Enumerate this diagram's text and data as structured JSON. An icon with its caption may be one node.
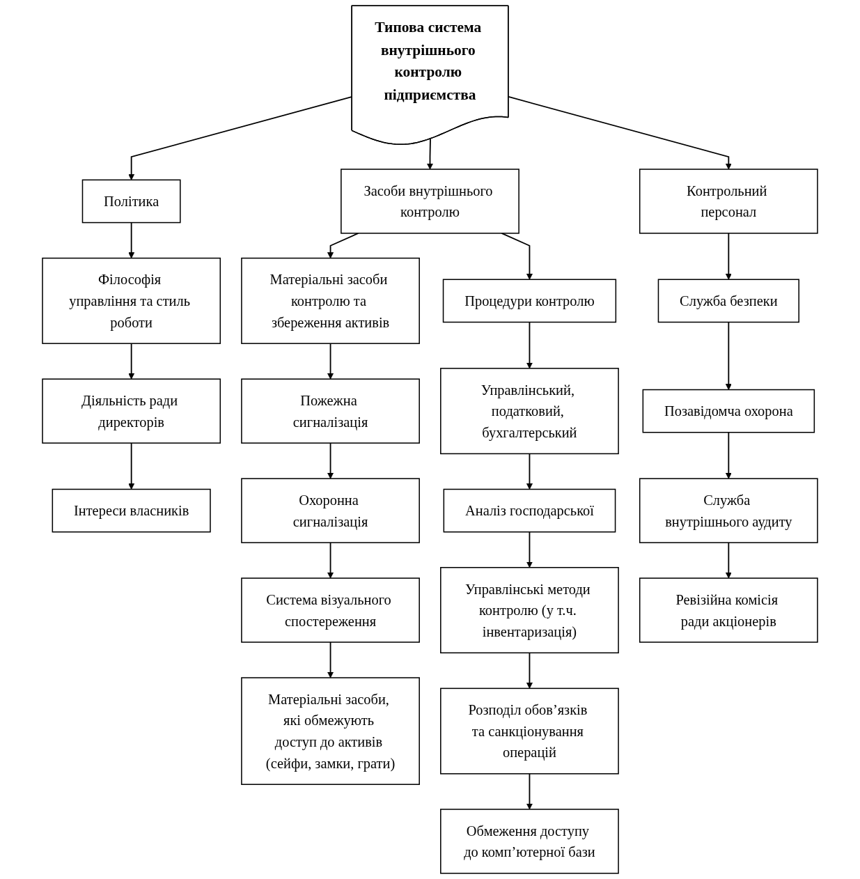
{
  "diagram": {
    "nodes": [
      {
        "text": [
          "Типова система внутрішнього контролю підприємства"
        ]
      },
      {
        "text": [
          "Політика"
        ]
      },
      {
        "text": [
          "Засоби внутрішнього контролю"
        ]
      },
      {
        "text": [
          "Контрольний персонал"
        ]
      },
      {
        "text": [
          "Філософія управління та стиль роботи"
        ]
      },
      {
        "text": [
          "Діяльність ради директорів"
        ]
      },
      {
        "text": [
          "Інтереси власників"
        ]
      },
      {
        "text": [
          "Матеріальні засоби контролю та збереження активів"
        ]
      },
      {
        "text": [
          "Процедури контролю"
        ]
      },
      {
        "text": [
          "Пожежна сигналізація"
        ]
      },
      {
        "text": [
          "Охоронна сигналізація"
        ]
      },
      {
        "text": [
          "Система візуального спостереження"
        ]
      },
      {
        "text": [
          "Матеріальні засоби, які обмежують доступ до активів (сейфи, замки, грати)"
        ]
      },
      {
        "text": [
          "Управлінський, податковий, бухгалтерський"
        ]
      },
      {
        "text": [
          "Аналіз господарської"
        ]
      },
      {
        "text": [
          "Управлінські методи контролю (у т.ч. інвентаризація)"
        ]
      },
      {
        "text": [
          "Розподіл обов’язків та санкціонування операцій"
        ]
      },
      {
        "text": [
          "Обмеження доступу до комп’ютерної бази"
        ]
      },
      {
        "text": [
          "Служба безпеки"
        ]
      },
      {
        "text": [
          "Позавідомча охорона"
        ]
      },
      {
        "text": [
          "Служба внутрішнього аудиту"
        ]
      },
      {
        "text": [
          "Ревізійна комісія ради акціонерів"
        ]
      }
    ],
    "edges": [
      {
        "from": 0,
        "to": 1,
        "arrow": "to"
      },
      {
        "from": 0,
        "to": 2,
        "arrow": "to"
      },
      {
        "from": 0,
        "to": 3,
        "arrow": "to"
      },
      {
        "from": 1,
        "to": 4,
        "arrow": "to"
      },
      {
        "from": 4,
        "to": 5,
        "arrow": "to"
      },
      {
        "from": 5,
        "to": 6,
        "arrow": "to"
      },
      {
        "from": 2,
        "to": 7,
        "arrow": "to"
      },
      {
        "from": 2,
        "to": 8,
        "arrow": "to"
      },
      {
        "from": 7,
        "to": 9,
        "arrow": "to"
      },
      {
        "from": 9,
        "to": 10,
        "arrow": "to"
      },
      {
        "from": 10,
        "to": 11,
        "arrow": "to"
      },
      {
        "from": 11,
        "to": 12,
        "arrow": "to"
      },
      {
        "from": 8,
        "to": 13,
        "arrow": "to"
      },
      {
        "from": 13,
        "to": 14,
        "arrow": "to"
      },
      {
        "from": 14,
        "to": 15,
        "arrow": "to"
      },
      {
        "from": 15,
        "to": 16,
        "arrow": "to"
      },
      {
        "from": 16,
        "to": 17,
        "arrow": "to"
      },
      {
        "from": 3,
        "to": 18,
        "arrow": "to"
      },
      {
        "from": 18,
        "to": 19,
        "arrow": "to"
      },
      {
        "from": 19,
        "to": 20,
        "arrow": "to"
      },
      {
        "from": 20,
        "to": 21,
        "arrow": "to"
      }
    ]
  }
}
